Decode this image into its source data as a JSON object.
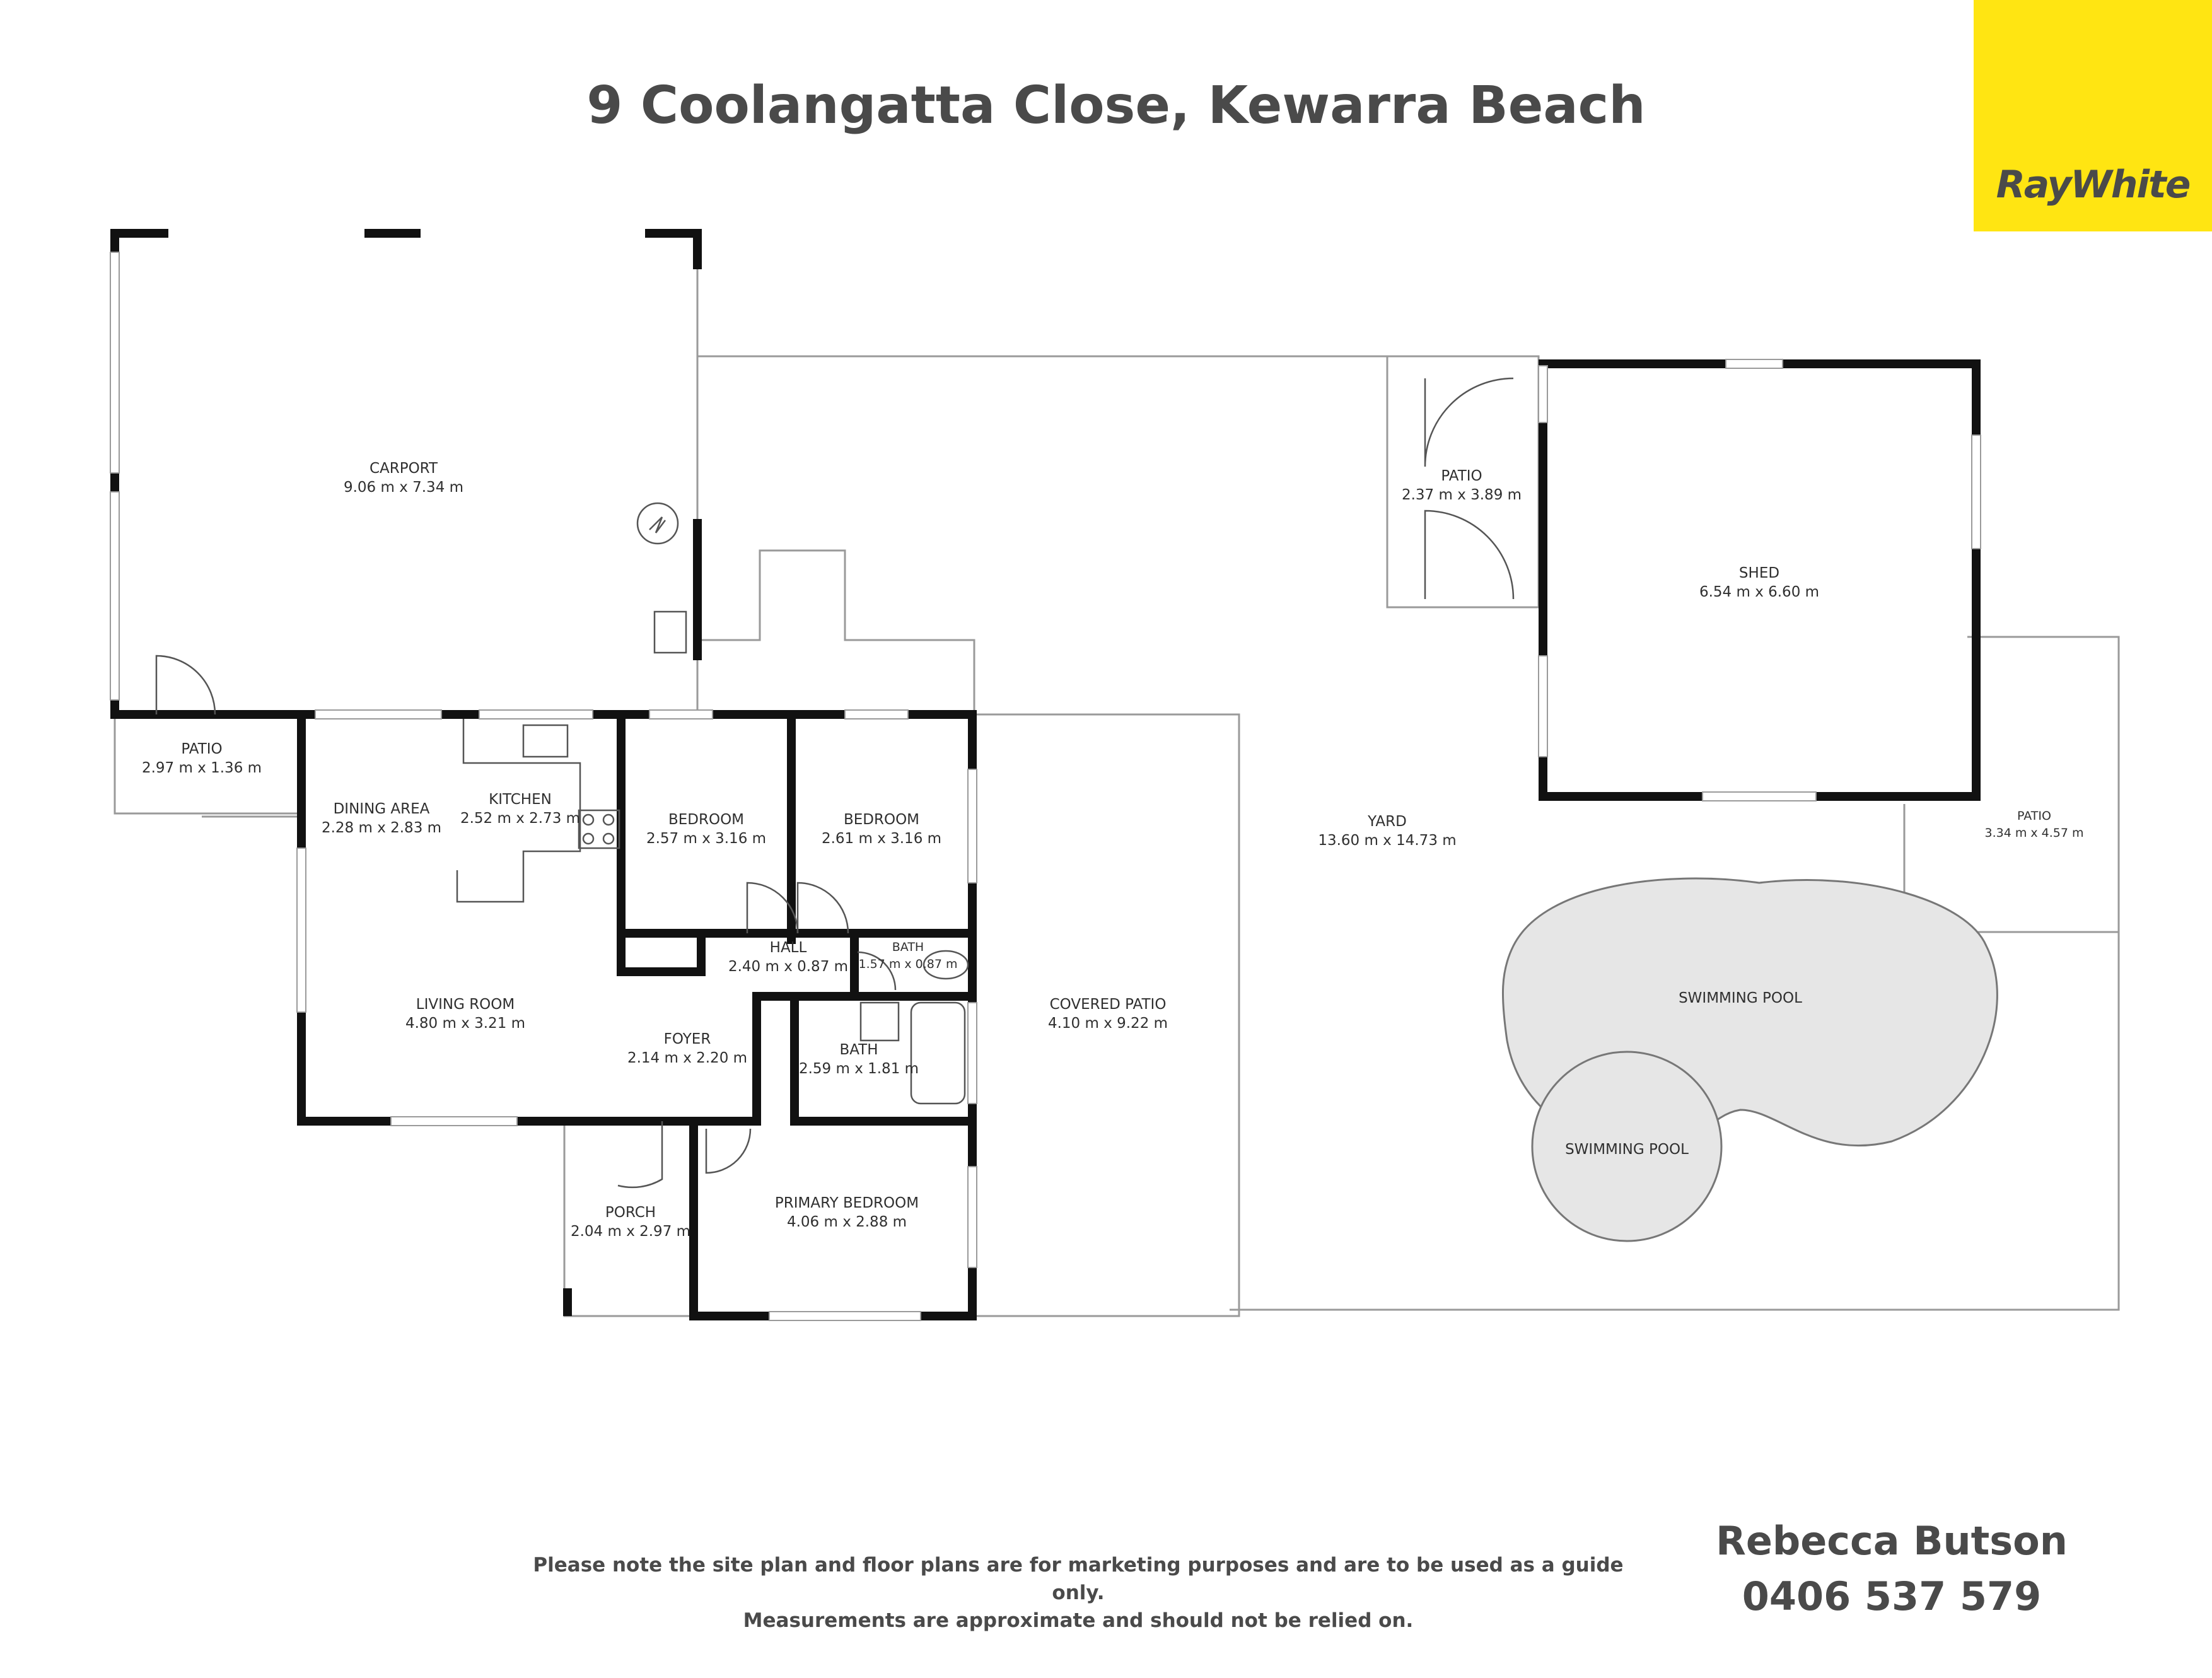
{
  "header": {
    "title": "9 Coolangatta Close, Kewarra Beach"
  },
  "brand": {
    "logo_text": "RayWhite",
    "logo_bg_color": "#ffe512",
    "text_color": "#4a4a4a"
  },
  "rooms": {
    "carport": {
      "name": "CARPORT",
      "size": "9.06 m x 7.34 m"
    },
    "patio_left": {
      "name": "PATIO",
      "size": "2.97 m x 1.36 m"
    },
    "dining": {
      "name": "DINING AREA",
      "size": "2.28 m x 2.83 m"
    },
    "kitchen": {
      "name": "KITCHEN",
      "size": "2.52 m x 2.73 m"
    },
    "bedroom1": {
      "name": "BEDROOM",
      "size": "2.57 m x 3.16 m"
    },
    "bedroom2": {
      "name": "BEDROOM",
      "size": "2.61 m x 3.16 m"
    },
    "hall": {
      "name": "HALL",
      "size": "2.40 m x 0.87 m"
    },
    "bath_small": {
      "name": "BATH",
      "size": "1.57 m x 0.87 m"
    },
    "living": {
      "name": "LIVING ROOM",
      "size": "4.80 m x 3.21 m"
    },
    "foyer": {
      "name": "FOYER",
      "size": "2.14 m x 2.20 m"
    },
    "bath_main": {
      "name": "BATH",
      "size": "2.59 m x 1.81 m"
    },
    "covered_patio": {
      "name": "COVERED PATIO",
      "size": "4.10 m x 9.22 m"
    },
    "porch": {
      "name": "PORCH",
      "size": "2.04 m x 2.97 m"
    },
    "primary_bedroom": {
      "name": "PRIMARY BEDROOM",
      "size": "4.06 m x 2.88 m"
    },
    "patio_shed": {
      "name": "PATIO",
      "size": "2.37 m x 3.89 m"
    },
    "shed": {
      "name": "SHED",
      "size": "6.54 m x 6.60 m"
    },
    "yard": {
      "name": "YARD",
      "size": "13.60 m x 14.73 m"
    },
    "patio_right": {
      "name": "PATIO",
      "size": "3.34 m x 4.57 m"
    },
    "pool_large": {
      "name": "SWIMMING POOL"
    },
    "pool_small": {
      "name": "SWIMMING POOL"
    }
  },
  "footer": {
    "disclaimer_line1": "Please note the site plan and floor plans are for marketing purposes and are to be used as a guide only.",
    "disclaimer_line2": "Measurements are approximate and should not be relied on.",
    "agent_name": "Rebecca Butson",
    "agent_phone": "0406 537 579"
  },
  "colors": {
    "wall": "#111111",
    "outline": "#9a9a9a",
    "pool_fill": "#e6e6e6"
  }
}
